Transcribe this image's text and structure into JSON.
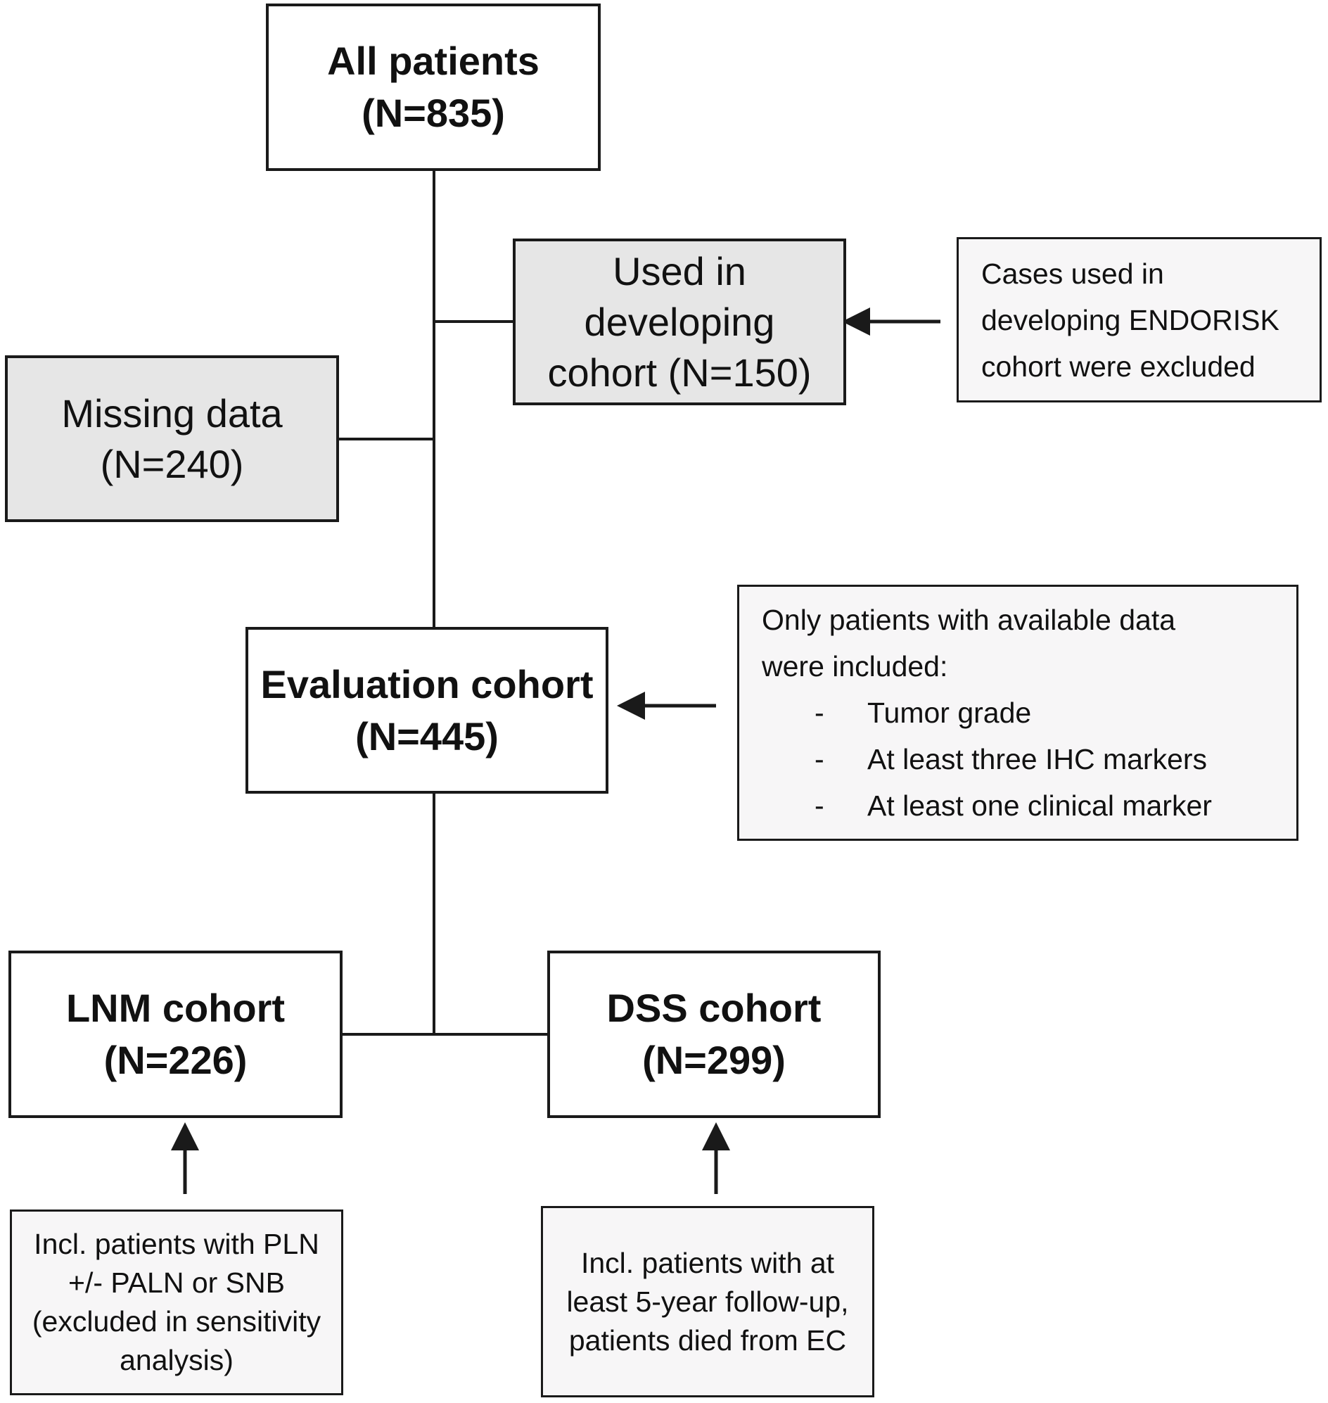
{
  "all_patients": {
    "title": "All patients",
    "count": "(N=835)"
  },
  "developing": {
    "line1": "Used in",
    "line2": "developing",
    "line3": "cohort (N=150)"
  },
  "developing_note": {
    "line1": "Cases used in",
    "line2": "developing ENDORISK",
    "line3": "cohort were excluded"
  },
  "missing": {
    "title": "Missing data",
    "count": "(N=240)"
  },
  "evaluation": {
    "title": "Evaluation cohort",
    "count": "(N=445)"
  },
  "evaluation_note": {
    "line1": "Only patients with available data",
    "line2": "were included:",
    "bullets": [
      {
        "dash": "-",
        "text": "Tumor grade"
      },
      {
        "dash": "-",
        "text": "At least three IHC markers"
      },
      {
        "dash": "-",
        "text": "At least one clinical marker"
      }
    ]
  },
  "lnm": {
    "title": "LNM cohort",
    "count": "(N=226)"
  },
  "dss": {
    "title": "DSS cohort",
    "count": "(N=299)"
  },
  "lnm_note": {
    "line1": "Incl. patients with PLN",
    "line2": "+/- PALN or SNB",
    "line3": "(excluded in sensitivity",
    "line4": "analysis)"
  },
  "dss_note": {
    "line1": "Incl. patients with at",
    "line2": "least 5-year follow-up,",
    "line3": "patients died from EC"
  }
}
